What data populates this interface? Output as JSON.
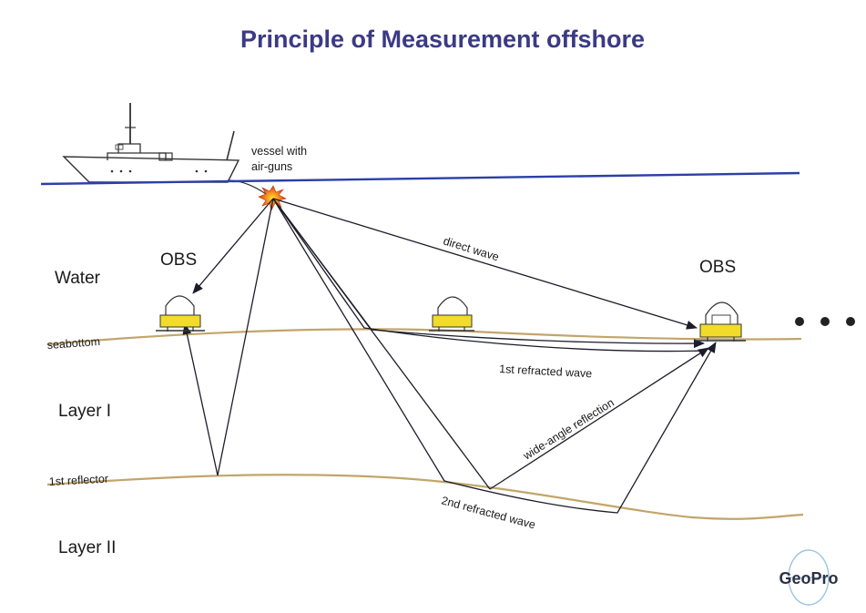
{
  "title": "Principle of Measurement offshore",
  "labels": {
    "vessel_line1": "vessel with",
    "vessel_line2": "air-guns",
    "obs_left": "OBS",
    "obs_right": "OBS",
    "water": "Water",
    "seabottom": "seabottom",
    "layer1": "Layer I",
    "reflector": "1st reflector",
    "layer2": "Layer II",
    "direct_wave": "direct wave",
    "refracted1": "1st refracted wave",
    "wide_angle": "wide-angle reflection",
    "refracted2": "2nd refracted wave"
  },
  "logo": "GeoPro",
  "colors": {
    "title": "#3b3a84",
    "sea_surface": "#2b3fa8",
    "layer_line": "#c2a56a",
    "obs_yellow": "#f1dc2a",
    "ray": "#1d1d2a"
  }
}
